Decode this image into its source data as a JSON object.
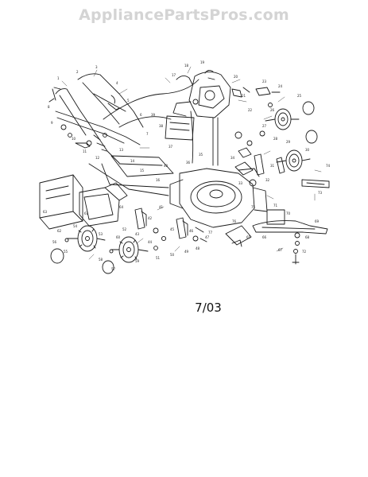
{
  "watermark": {
    "text": "AppliancePartsPros.com"
  },
  "diagram": {
    "title": "",
    "date_code": "7/03",
    "part_numbers": [
      "1",
      "2",
      "3",
      "4",
      "5",
      "6",
      "7",
      "8",
      "9",
      "10",
      "11",
      "12",
      "13",
      "14",
      "15",
      "16",
      "17",
      "18",
      "19",
      "20",
      "21",
      "22",
      "23",
      "24",
      "25",
      "26",
      "27",
      "28",
      "29",
      "30",
      "31",
      "32",
      "33",
      "34",
      "35",
      "36",
      "37",
      "38",
      "39",
      "40",
      "41",
      "42",
      "43",
      "44",
      "45",
      "46",
      "47",
      "48",
      "49",
      "50",
      "51",
      "52",
      "53",
      "54",
      "55",
      "56",
      "57",
      "58",
      "59",
      "60",
      "61",
      "62",
      "63",
      "64",
      "65",
      "66",
      "67",
      "68",
      "69",
      "70",
      "71",
      "72",
      "73",
      "74",
      "75",
      "76",
      "77"
    ],
    "stroke_color": "#1a1a1a"
  }
}
